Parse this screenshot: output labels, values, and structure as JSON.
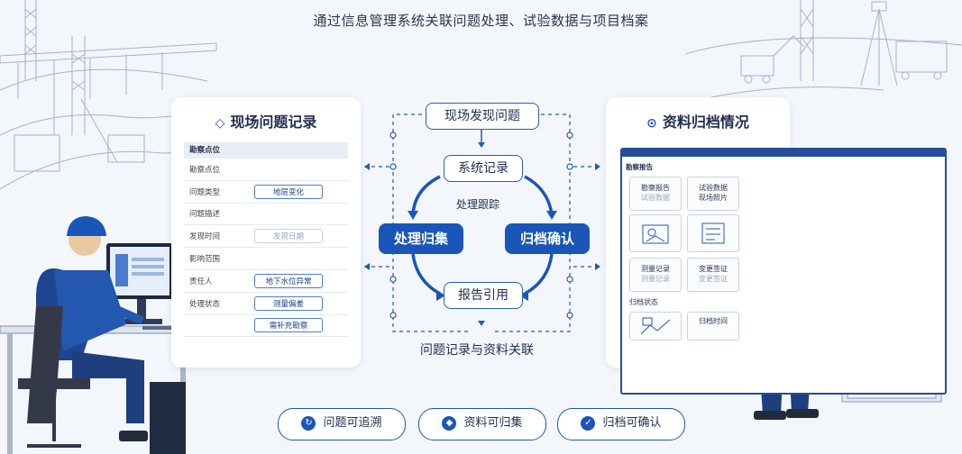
{
  "title": "通过信息管理系统关联问题处理、试验数据与项目档案",
  "issue_panel": {
    "title": "现场问题记录",
    "icon": "diamond-icon",
    "header": "勘察点位",
    "rows": [
      {
        "label": "勘察点位",
        "value": ""
      },
      {
        "label": "问题类型",
        "value": "地层变化"
      },
      {
        "label": "问题描述",
        "value": ""
      },
      {
        "label": "发现时间",
        "value": "发现日期"
      },
      {
        "label": "影响范围",
        "value": ""
      },
      {
        "label": "责任人",
        "value": "地下水位异常"
      },
      {
        "label": "处理状态",
        "value": "测量偏差"
      },
      {
        "label": "",
        "value": "需补充勘察"
      }
    ]
  },
  "flow": {
    "top": "现场发现问题",
    "system": "系统记录",
    "center": "处理跟踪",
    "left": "处理归集",
    "right": "归档确认",
    "bottom": "报告引用",
    "caption": "问题记录与资料关联"
  },
  "archive_panel": {
    "title": "资料归档情况",
    "icon": "download-circle-icon",
    "screen_sub": "勘察报告",
    "cards": [
      {
        "line1": "勘察报告",
        "line2": "试验数据"
      },
      {
        "line1": "试验数据",
        "line2": "现场照片"
      },
      {
        "line1": "测量记录",
        "line2": "测量记录"
      },
      {
        "line1": "变更签证",
        "line2": "变更签证"
      },
      {
        "line1": "",
        "line2": "归档时间"
      }
    ],
    "status_label": "归档状态"
  },
  "bottom_tags": [
    {
      "label": "问题可追溯",
      "icon": "link-icon"
    },
    {
      "label": "资料可归集",
      "icon": "shield-icon"
    },
    {
      "label": "归档可确认",
      "icon": "check-shield-icon"
    }
  ],
  "colors": {
    "accent": "#1a56b8",
    "line": "#274d9a",
    "background": "#f3f6fb"
  }
}
